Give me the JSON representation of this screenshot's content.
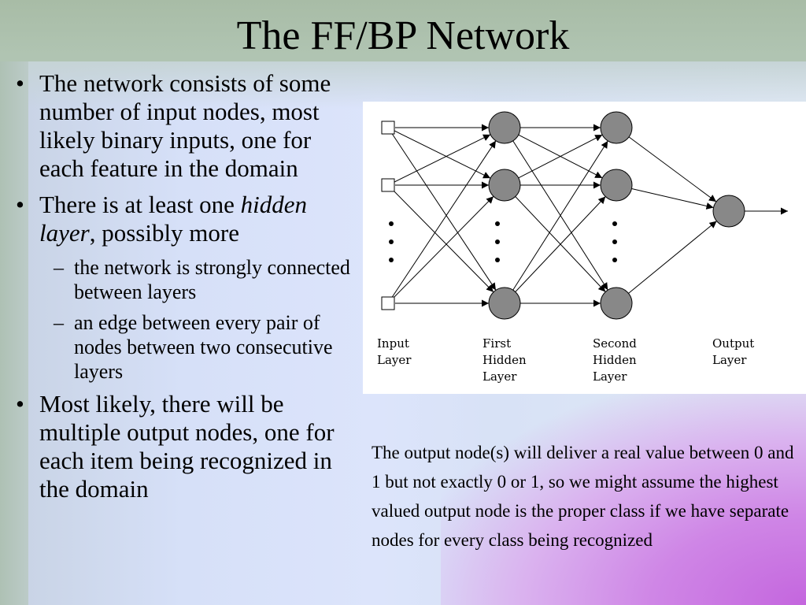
{
  "title": "The FF/BP Network",
  "bullets": [
    {
      "text": "The network consists of some number of input nodes, most likely binary inputs, one for each feature in the domain"
    },
    {
      "pre": "There is at least one ",
      "em": "hidden layer",
      "post": ", possibly more",
      "subs": [
        "the network is strongly connected between layers",
        "an edge between every pair of nodes between two consecutive layers"
      ]
    },
    {
      "text": "Most likely, there will be multiple output nodes, one for each item being recognized in the domain"
    }
  ],
  "diagram": {
    "labels": {
      "input": [
        "Input",
        "Layer"
      ],
      "first_hidden": [
        "First",
        "Hidden",
        "Layer"
      ],
      "second_hidden": [
        "Second",
        "Hidden",
        "Layer"
      ],
      "output": [
        "Output",
        "Layer"
      ]
    },
    "colors": {
      "node_fill": "#888888",
      "line": "#000000"
    }
  },
  "note": "The output node(s) will deliver a real value between 0 and 1 but not exactly 0 or 1, so we might assume the highest valued output node is the proper class if we have separate nodes for every class being recognized"
}
